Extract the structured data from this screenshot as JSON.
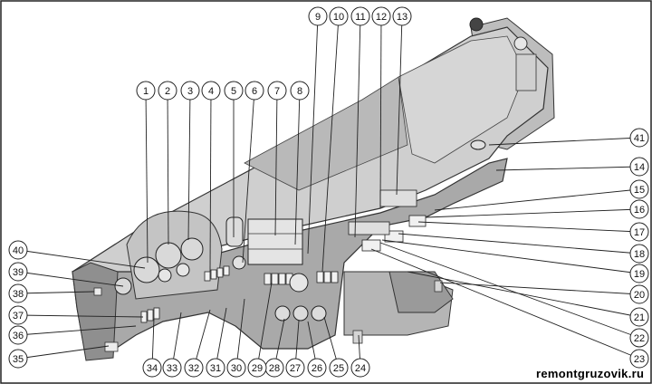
{
  "callouts": [
    {
      "n": "1"
    },
    {
      "n": "2"
    },
    {
      "n": "3"
    },
    {
      "n": "4"
    },
    {
      "n": "5"
    },
    {
      "n": "6"
    },
    {
      "n": "7"
    },
    {
      "n": "8"
    },
    {
      "n": "9"
    },
    {
      "n": "10"
    },
    {
      "n": "11"
    },
    {
      "n": "12"
    },
    {
      "n": "13"
    },
    {
      "n": "41"
    },
    {
      "n": "14"
    },
    {
      "n": "15"
    },
    {
      "n": "16"
    },
    {
      "n": "17"
    },
    {
      "n": "18"
    },
    {
      "n": "19"
    },
    {
      "n": "20"
    },
    {
      "n": "21"
    },
    {
      "n": "22"
    },
    {
      "n": "23"
    },
    {
      "n": "24"
    },
    {
      "n": "25"
    },
    {
      "n": "26"
    },
    {
      "n": "27"
    },
    {
      "n": "28"
    },
    {
      "n": "29"
    },
    {
      "n": "30"
    },
    {
      "n": "31"
    },
    {
      "n": "32"
    },
    {
      "n": "33"
    },
    {
      "n": "34"
    },
    {
      "n": "35"
    },
    {
      "n": "36"
    },
    {
      "n": "37"
    },
    {
      "n": "38"
    },
    {
      "n": "39"
    },
    {
      "n": "40"
    }
  ],
  "watermark": "remontgruzovik.ru"
}
